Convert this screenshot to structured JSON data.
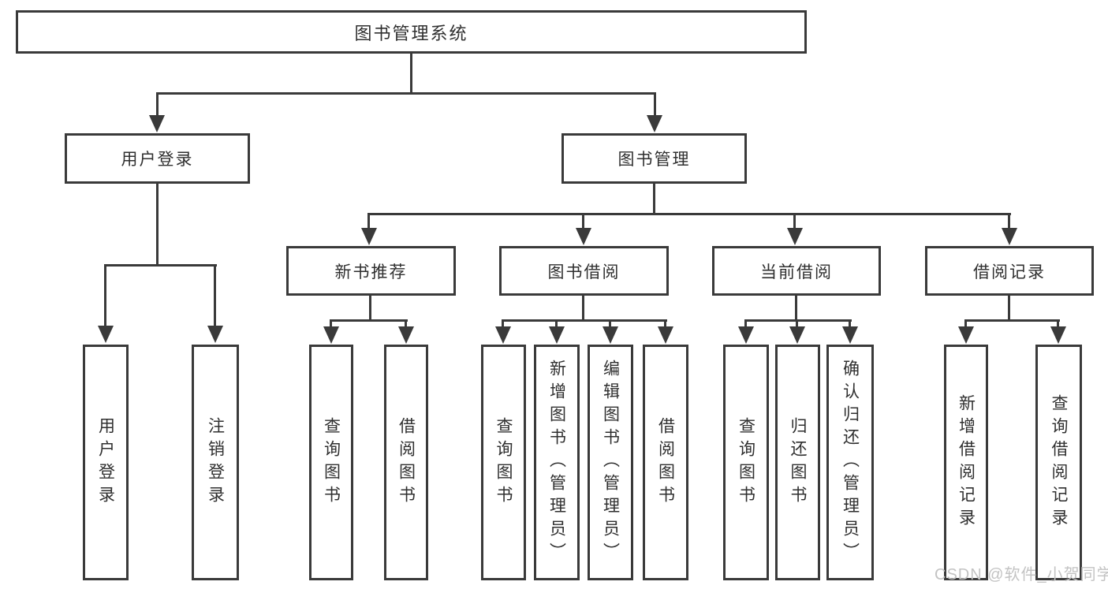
{
  "tree": {
    "label": "图书管理系统",
    "children": [
      {
        "label": "用户登录",
        "children": [
          {
            "label": "用户登录"
          },
          {
            "label": "注销登录"
          }
        ]
      },
      {
        "label": "图书管理",
        "children": [
          {
            "label": "新书推荐",
            "children": [
              {
                "label": "查询图书"
              },
              {
                "label": "借阅图书"
              }
            ]
          },
          {
            "label": "图书借阅",
            "children": [
              {
                "label": "查询图书"
              },
              {
                "label": "新增图书（管理员）"
              },
              {
                "label": "编辑图书（管理员）"
              },
              {
                "label": "借阅图书"
              }
            ]
          },
          {
            "label": "当前借阅",
            "children": [
              {
                "label": "查询图书"
              },
              {
                "label": "归还图书"
              },
              {
                "label": "确认归还（管理员）"
              }
            ]
          },
          {
            "label": "借阅记录",
            "children": [
              {
                "label": "新增借阅记录"
              },
              {
                "label": "查询借阅记录"
              }
            ]
          }
        ]
      }
    ]
  },
  "watermark": {
    "text": "CSDN @软件_小贺同学"
  },
  "colors": {
    "line": "#3a3a3a",
    "text": "#2f2f2f",
    "background": "#ffffff",
    "watermark": "#c3c3c3"
  }
}
